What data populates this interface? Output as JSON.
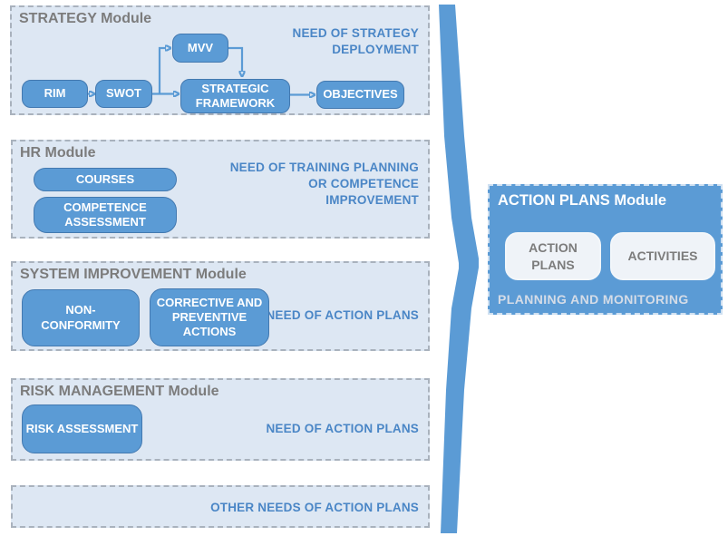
{
  "colors": {
    "box_fill": "#5b9bd5",
    "box_border": "#4379b0",
    "box_text": "#ffffff",
    "panel_fill": "#dde7f3",
    "panel_border": "#a9b2bd",
    "title_gray": "#7c7c7c",
    "need_blue": "#4a86c6",
    "inner_box_fill": "#eff3f8",
    "inner_box_border": "#f2f6fa",
    "action_border": "#cfe0f1",
    "footer_light": "#d5dce7"
  },
  "modules": [
    {
      "title": "STRATEGY Module",
      "need": "NEED OF STRATEGY\nDEPLOYMENT",
      "boxes": {
        "rim": "RIM",
        "swot": "SWOT",
        "mvv": "MVV",
        "strategic_framework": "STRATEGIC\nFRAMEWORK",
        "objectives": "OBJECTIVES"
      }
    },
    {
      "title": "HR Module",
      "need": "NEED OF TRAINING PLANNING\nOR COMPETENCE\nIMPROVEMENT",
      "boxes": {
        "courses": "COURSES",
        "competence_assessment": "COMPETENCE\nASSESSMENT"
      }
    },
    {
      "title": "SYSTEM IMPROVEMENT Module",
      "need": "NEED OF ACTION PLANS",
      "boxes": {
        "non_conformity": "NON-\nCONFORMITY",
        "corrective_preventive_actions": "CORRECTIVE AND\nPREVENTIVE\nACTIONS"
      }
    },
    {
      "title": "RISK MANAGEMENT Module",
      "need": "NEED OF ACTION PLANS",
      "boxes": {
        "risk_assessment": "RISK ASSESSMENT"
      }
    },
    {
      "need": "OTHER NEEDS OF ACTION PLANS"
    }
  ],
  "action_module": {
    "title": "ACTION PLANS Module",
    "boxes": {
      "action_plans": "ACTION\nPLANS",
      "activities": "ACTIVITIES"
    },
    "footer": "PLANNING AND MONITORING"
  }
}
